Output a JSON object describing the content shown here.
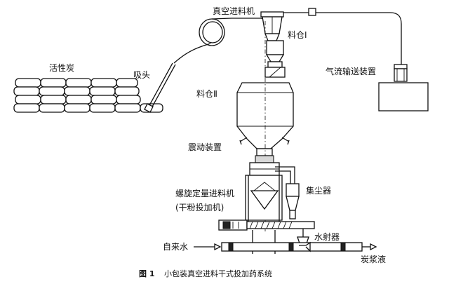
{
  "labels": {
    "vacuum_feeder": "真空进料机",
    "bin1": "料仓Ⅰ",
    "activated_carbon": "活性炭",
    "suction_head": "吸头",
    "pneumatic_conveyor": "气流输送装置",
    "bin2": "料仓Ⅱ",
    "vibrator": "震动装置",
    "screw_feeder_line1": "螺旋定量进料机",
    "screw_feeder_line2": "(干粉投加机)",
    "dust_collector": "集尘器",
    "water_ejector": "水射器",
    "tap_water": "自来水",
    "slurry": "炭浆液"
  },
  "caption": {
    "number": "图 1",
    "text": "小包装真空进料干式投加药系统"
  }
}
